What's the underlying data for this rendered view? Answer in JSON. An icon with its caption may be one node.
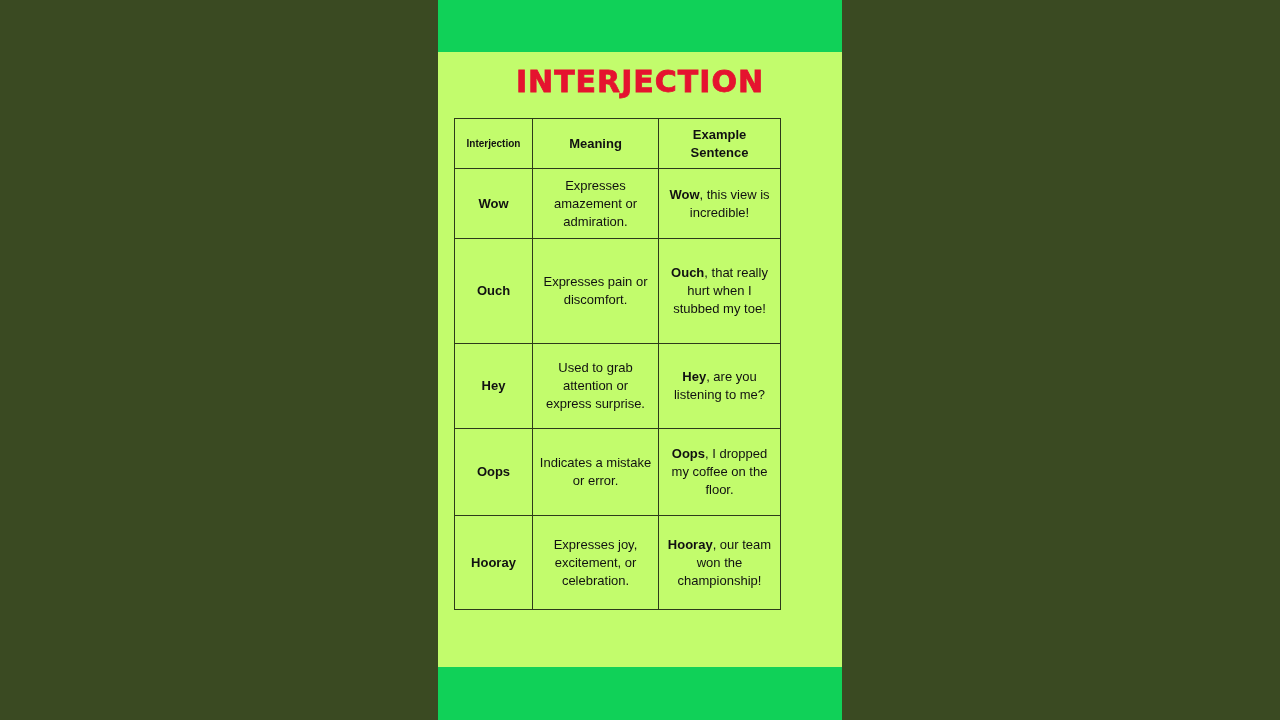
{
  "diagram": {
    "title": "INTERJECTION",
    "labels": [
      "Interjection",
      "Meaning",
      "Example Sentence",
      "Wow",
      "Expresses amazement or admiration.",
      "**Wow**, this view is incredible!",
      "Ouch",
      "Expresses pain or discomfort.",
      "**Ouch**, that really hurt when I stubbed my toe!",
      "Hey",
      "Used to grab attention or express surprise.",
      "**Hey**, are you listening to me?",
      "Oops",
      "Indicates a mistake or error.",
      "**Oops**, I dropped my coffee on the floor.",
      "Hooray",
      "Expresses joy, excitement, or celebration.",
      "**Hooray**, our team won the championship!"
    ]
  }
}
